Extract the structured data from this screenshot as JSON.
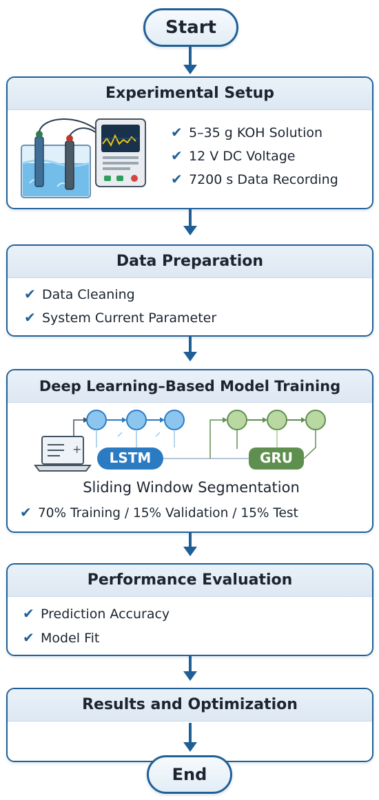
{
  "start_label": "Start",
  "end_label": "End",
  "experimental_setup": {
    "title": "Experimental Setup",
    "items": [
      "5–35 g KOH Solution",
      "12 V DC Voltage",
      "7200 s Data Recording"
    ]
  },
  "data_preparation": {
    "title": "Data Preparation",
    "items": [
      "Data Cleaning",
      "System Current Parameter"
    ]
  },
  "model_training": {
    "title_regular": "Deep Learning–Based ",
    "title_bold": "Model Training",
    "lstm_label": "LSTM",
    "gru_label": "GRU",
    "segmentation": "Sliding Window Segmentation",
    "split": "70% Training / 15% Validation / 15% Test"
  },
  "performance_evaluation": {
    "title": "Performance Evaluation",
    "items": [
      "Prediction Accuracy",
      "Model Fit"
    ]
  },
  "results": {
    "title": "Results and Optimization"
  },
  "colors": {
    "border": "#1f5f96",
    "lstm": "#2a7bc2",
    "gru": "#5f8f4e",
    "node_blue": "#8cc6ee",
    "node_green": "#b9d8a2"
  },
  "icons": [
    "check-icon",
    "beaker-icon",
    "electrode-icon",
    "oscilloscope-icon",
    "laptop-icon",
    "neuron-node-icon"
  ]
}
